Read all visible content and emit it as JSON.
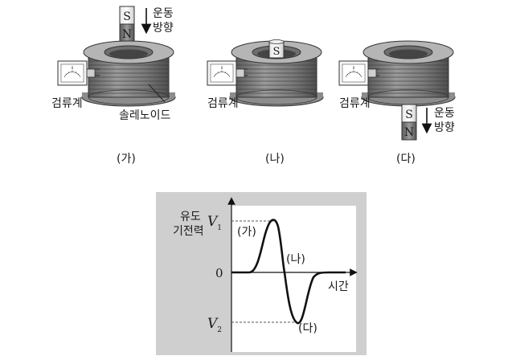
{
  "panels": [
    {
      "id": "ga",
      "label": "(가)",
      "galvanometer_label": "검류계",
      "solenoid_label": "솔레노이드",
      "magnet": {
        "top_pole": "S",
        "bottom_pole": "N",
        "position": "above"
      },
      "motion_label": [
        "운동",
        "방향"
      ]
    },
    {
      "id": "na",
      "label": "(나)",
      "galvanometer_label": "검류계",
      "magnet": {
        "top_pole": "S",
        "position": "inside"
      }
    },
    {
      "id": "da",
      "label": "(다)",
      "galvanometer_label": "검류계",
      "magnet": {
        "top_pole": "S",
        "bottom_pole": "N",
        "position": "below"
      },
      "motion_label": [
        "운동",
        "방향"
      ]
    }
  ],
  "graph": {
    "ylabel": [
      "유도",
      "기전력"
    ],
    "xlabel": "시간",
    "v1": "V",
    "v1_sub": "1",
    "v2": "V",
    "v2_sub": "2",
    "zero": "0",
    "peak_labels": [
      "(가)",
      "(나)",
      "(다)"
    ]
  },
  "colors": {
    "graph_bg": "#cfcfcf",
    "plot_bg": "#ffffff",
    "coil_dark": "#6d6d6d",
    "coil_light": "#a8a8a8",
    "magnet_dark": "#7a7a7a"
  }
}
